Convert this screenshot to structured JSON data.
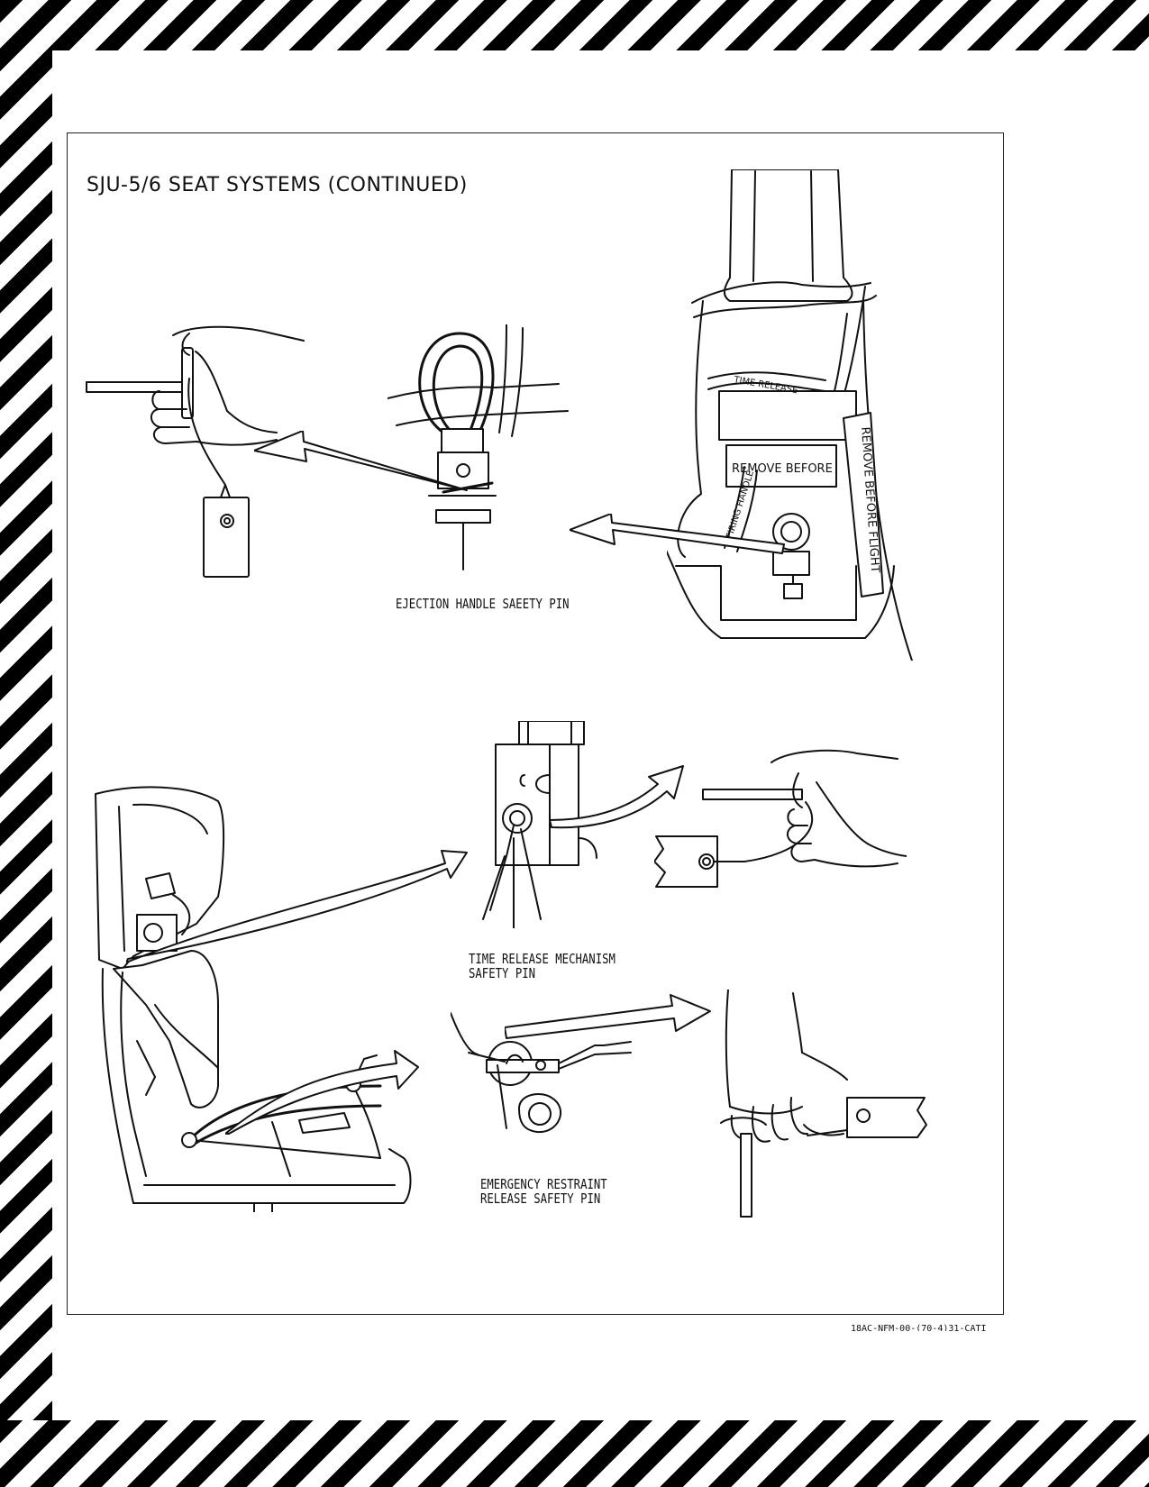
{
  "document": {
    "title": "SJU-5/6 SEAT SYSTEMS (CONTINUED)",
    "footer_code": "18AC-NFM-00-(70-4)31-CATI"
  },
  "figure": {
    "captions": {
      "ejection_handle": "EJECTION HANDLE SAEETY PIN",
      "time_release_line1": "TIME RELEASE MECHANISM",
      "time_release_line2": "SAFETY PIN",
      "emergency_restraint_line1": "EMERGENCY RESTRAINT",
      "emergency_restraint_line2": "RELEASE SAFETY PIN"
    },
    "streamer_labels": {
      "remove_before_flight": "REMOVE BEFORE FLIGHT",
      "remove_before": "REMOVE BEFORE",
      "time_release": "TIME RELEASE",
      "firing_handle": "FIRING HANDLE",
      "remove_before_short": "REMOVE BEFORE"
    }
  },
  "icons": {
    "hand_pin_1": "hand-holding-pin-icon",
    "ejection_handle": "ejection-handle-icon",
    "seat_front": "ejection-seat-front-icon",
    "seat_side": "ejection-seat-side-icon",
    "time_release": "time-release-mechanism-icon",
    "hand_pin_2": "hand-holding-pin-icon",
    "restraint_release": "restraint-release-icon",
    "hand_pin_3": "hand-holding-pin-icon"
  }
}
